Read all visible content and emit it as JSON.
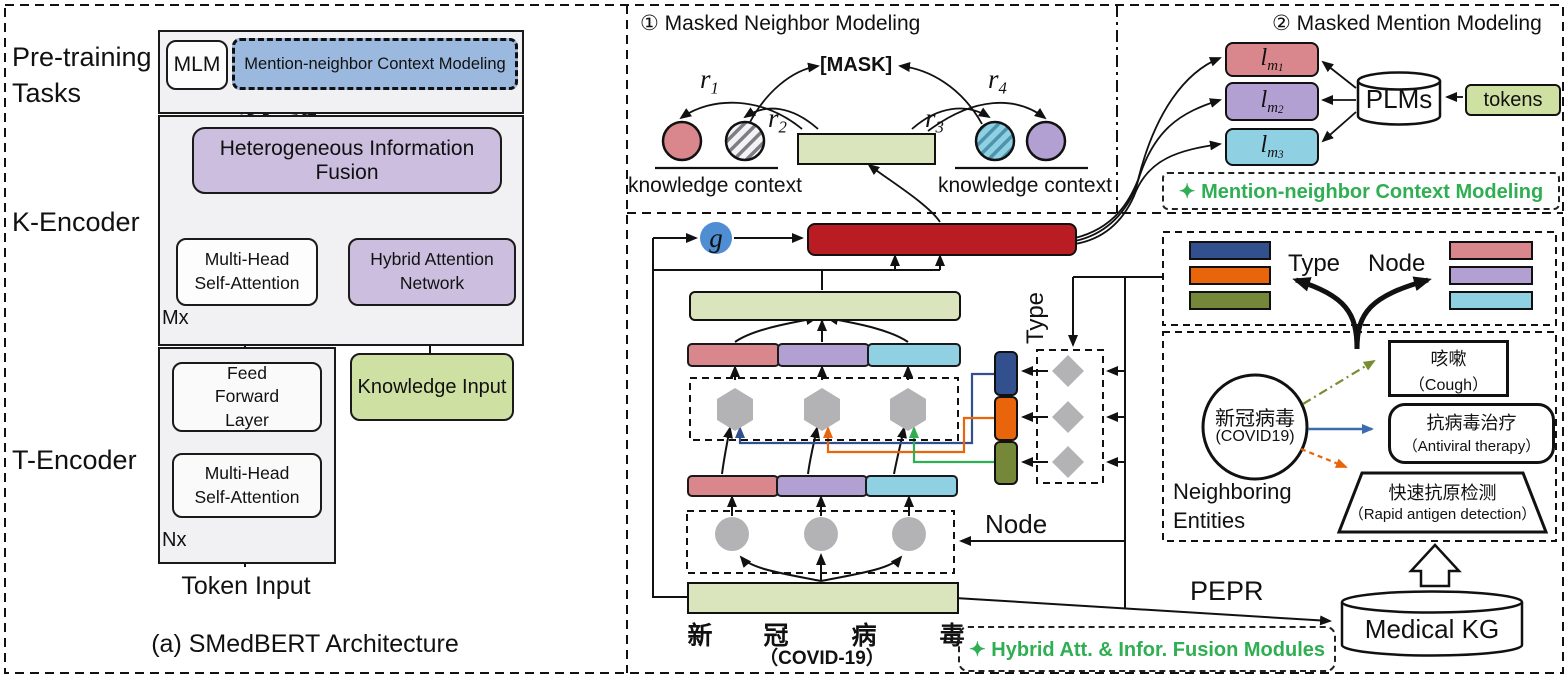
{
  "colors": {
    "panel_gray": "#f1f0f2",
    "box_purple": "#cbbede",
    "mncm_blue": "#9bb9de",
    "input_green": "#cfe0a3",
    "bar_green": "#dbe5bd",
    "bar_red": "#b91c22",
    "bar_pink": "#d9868d",
    "bar_purple": "#b3a0d2",
    "bar_cyan": "#8fd0e2",
    "type_blue": "#33508e",
    "type_orange": "#e8650c",
    "type_olive": "#75883a",
    "g_blue": "#4f8ed3",
    "gray_node": "#b3b3b6",
    "green_text": "#2fae52"
  },
  "left": {
    "pretraining_line1": "Pre-training",
    "pretraining_line2": "Tasks",
    "mlm": "MLM",
    "mncm": "Mention-neighbor Context Modeling",
    "k_encoder": "K-Encoder",
    "fusion": "Heterogeneous Information Fusion",
    "mhsa_k": "Multi-Head Self-Attention",
    "han": "Hybrid Attention Network",
    "mx": "Mx",
    "t_encoder": "T-Encoder",
    "ffl": "Feed Forward Layer",
    "mhsa_t": "Multi-Head Self-Attention",
    "nx": "Nx",
    "knowledge_input": "Knowledge Input",
    "token_input": "Token Input",
    "caption": "(a) SMedBERT Architecture"
  },
  "panel1": {
    "title": "① Masked Neighbor Modeling",
    "mask": "[MASK]",
    "r_base": "r",
    "r_subs": [
      "1",
      "2",
      "3",
      "4"
    ],
    "kc_left": "knowledge context",
    "kc_right": "knowledge context"
  },
  "panel2": {
    "title": "② Masked Mention Modeling",
    "l_base": "l",
    "m_sub": "m",
    "m_idx": [
      "1",
      "2",
      "3"
    ],
    "plms": "PLMs",
    "tokens": "tokens",
    "green_label": "✦ Mention-neighbor Context Modeling"
  },
  "module": {
    "g": "g",
    "type_vertical": "Type",
    "node_label": "Node",
    "chars": [
      "新",
      "冠",
      "病",
      "毒"
    ],
    "covid": "（COVID-19）",
    "pepr": "PEPR",
    "green_label": "✦ Hybrid Att. & Infor. Fusion Modules"
  },
  "legend": {
    "type": "Type",
    "node": "Node"
  },
  "entities": {
    "label_line1": "Neighboring",
    "label_line2": "Entities",
    "center_zh": "新冠病毒",
    "center_en": "(COVID19)",
    "cough_zh": "咳嗽",
    "cough_en": "（Cough）",
    "antiviral_zh": "抗病毒治疗",
    "antiviral_en": "（Antiviral therapy）",
    "rapid_zh": "快速抗原检测",
    "rapid_en": "（Rapid antigen detection）",
    "medical_kg": "Medical KG"
  }
}
